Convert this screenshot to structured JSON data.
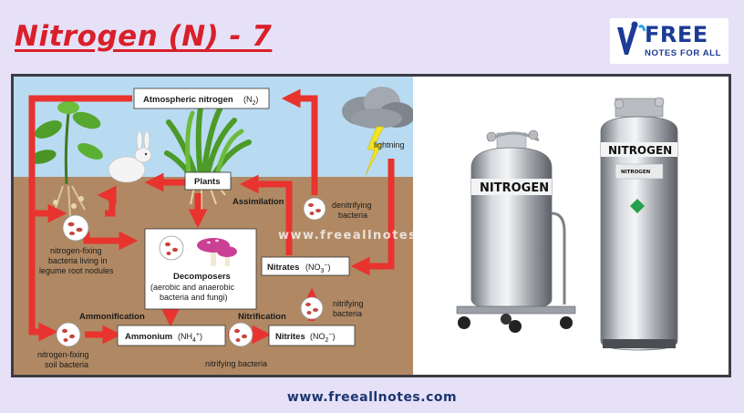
{
  "slide": {
    "title": "Nitrogen (N) - 7"
  },
  "logo": {
    "main": "FREE",
    "sub": "NOTES FOR ALL"
  },
  "diagram": {
    "atmospheric_nitrogen": "Atmospheric nitrogen",
    "atmospheric_formula": "(N",
    "atmospheric_sub": "2",
    "atmospheric_close": ")",
    "lightning": "lightning",
    "plants": "Plants",
    "assimilation": "Assimilation",
    "denitrifying_1": "denitrifying",
    "denitrifying_2": "bacteria",
    "nitrogen_fixing_nodules_1": "nitrogen-fixing",
    "nitrogen_fixing_nodules_2": "bacteria living in",
    "nitrogen_fixing_nodules_3": "legume root nodules",
    "decomposers_title": "Decomposers",
    "decomposers_1": "(aerobic and anaerobic",
    "decomposers_2": "bacteria and fungi)",
    "nitrates": "Nitrates",
    "nitrates_formula": "(NO",
    "nitrates_sub": "3",
    "nitrates_sup": "−",
    "nitrates_close": ")",
    "nitrifying_1": "nitrifying",
    "nitrifying_2": "bacteria",
    "ammonification": "Ammonification",
    "nitrification": "Nitrification",
    "ammonium": "Ammonium",
    "ammonium_formula": "(NH",
    "ammonium_sub": "4",
    "ammonium_sup": "+",
    "ammonium_close": ")",
    "nitrites": "Nitrites",
    "nitrites_formula": "(NO",
    "nitrites_sub": "2",
    "nitrites_sup": "−",
    "nitrites_close": ")",
    "soil_bacteria_1": "nitrogen-fixing",
    "soil_bacteria_2": "soil bacteria",
    "nitrifying_bottom": "nitrifying bacteria",
    "watermark": "www.freeallnotes.com"
  },
  "photo": {
    "tank_label": "NITROGEN"
  },
  "footer": {
    "url": "www.freeallnotes.com"
  },
  "colors": {
    "title_red": "#d9202a",
    "arrow_red": "#e8332f",
    "sky": "#b9dbf1",
    "soil": "#b08964",
    "background": "#e6e1f7",
    "brand_blue": "#1c3a96"
  }
}
